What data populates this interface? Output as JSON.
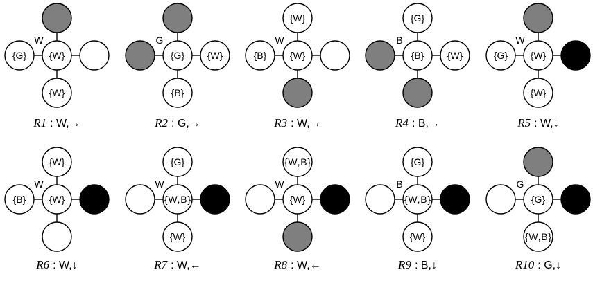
{
  "colors": {
    "white": "#ffffff",
    "gray": "#7f7f7f",
    "black": "#000000"
  },
  "rules": [
    {
      "rule_name": "R1",
      "rule_body": ": W,→",
      "light": "W",
      "center": {
        "label": "{W}",
        "fill": "white"
      },
      "north": {
        "label": "",
        "fill": "gray"
      },
      "east": {
        "label": "",
        "fill": "white"
      },
      "south": {
        "label": "{W}",
        "fill": "white"
      },
      "west": {
        "label": "{G}",
        "fill": "white"
      }
    },
    {
      "rule_name": "R2",
      "rule_body": ": G,→",
      "light": "G",
      "center": {
        "label": "{G}",
        "fill": "white"
      },
      "north": {
        "label": "",
        "fill": "gray"
      },
      "east": {
        "label": "{W}",
        "fill": "white"
      },
      "south": {
        "label": "{B}",
        "fill": "white"
      },
      "west": {
        "label": "",
        "fill": "gray"
      }
    },
    {
      "rule_name": "R3",
      "rule_body": ": W,→",
      "light": "W",
      "center": {
        "label": "{W}",
        "fill": "white"
      },
      "north": {
        "label": "{W}",
        "fill": "white"
      },
      "east": {
        "label": "",
        "fill": "white"
      },
      "south": {
        "label": "",
        "fill": "gray"
      },
      "west": {
        "label": "{B}",
        "fill": "white"
      }
    },
    {
      "rule_name": "R4",
      "rule_body": ": B,→",
      "light": "B",
      "center": {
        "label": "{B}",
        "fill": "white"
      },
      "north": {
        "label": "{G}",
        "fill": "white"
      },
      "east": {
        "label": "{W}",
        "fill": "white"
      },
      "south": {
        "label": "",
        "fill": "gray"
      },
      "west": {
        "label": "",
        "fill": "gray"
      }
    },
    {
      "rule_name": "R5",
      "rule_body": ": W,↓",
      "light": "W",
      "center": {
        "label": "{W}",
        "fill": "white"
      },
      "north": {
        "label": "",
        "fill": "gray"
      },
      "east": {
        "label": "",
        "fill": "black"
      },
      "south": {
        "label": "{W}",
        "fill": "white"
      },
      "west": {
        "label": "{G}",
        "fill": "white"
      }
    },
    {
      "rule_name": "R6",
      "rule_body": ": W,↓",
      "light": "W",
      "center": {
        "label": "{W}",
        "fill": "white"
      },
      "north": {
        "label": "{W}",
        "fill": "white"
      },
      "east": {
        "label": "",
        "fill": "black"
      },
      "south": {
        "label": "",
        "fill": "white"
      },
      "west": {
        "label": "{B}",
        "fill": "white"
      }
    },
    {
      "rule_name": "R7",
      "rule_body": ": W,←",
      "light": "W",
      "center": {
        "label": "{W,B}",
        "fill": "white"
      },
      "north": {
        "label": "{G}",
        "fill": "white"
      },
      "east": {
        "label": "",
        "fill": "black"
      },
      "south": {
        "label": "{W}",
        "fill": "white"
      },
      "west": {
        "label": "",
        "fill": "white"
      }
    },
    {
      "rule_name": "R8",
      "rule_body": ": W,←",
      "light": "W",
      "center": {
        "label": "{W}",
        "fill": "white"
      },
      "north": {
        "label": "{W,B}",
        "fill": "white"
      },
      "east": {
        "label": "",
        "fill": "black"
      },
      "south": {
        "label": "",
        "fill": "gray"
      },
      "west": {
        "label": "",
        "fill": "white"
      }
    },
    {
      "rule_name": "R9",
      "rule_body": ": B,↓",
      "light": "B",
      "center": {
        "label": "{W,B}",
        "fill": "white"
      },
      "north": {
        "label": "{G}",
        "fill": "white"
      },
      "east": {
        "label": "",
        "fill": "black"
      },
      "south": {
        "label": "{W}",
        "fill": "white"
      },
      "west": {
        "label": "",
        "fill": "white"
      }
    },
    {
      "rule_name": "R10",
      "rule_body": ": G,↓",
      "light": "G",
      "center": {
        "label": "{G}",
        "fill": "white"
      },
      "north": {
        "label": "",
        "fill": "gray"
      },
      "east": {
        "label": "",
        "fill": "black"
      },
      "south": {
        "label": "{W,B}",
        "fill": "white"
      },
      "west": {
        "label": "",
        "fill": "white"
      }
    }
  ]
}
